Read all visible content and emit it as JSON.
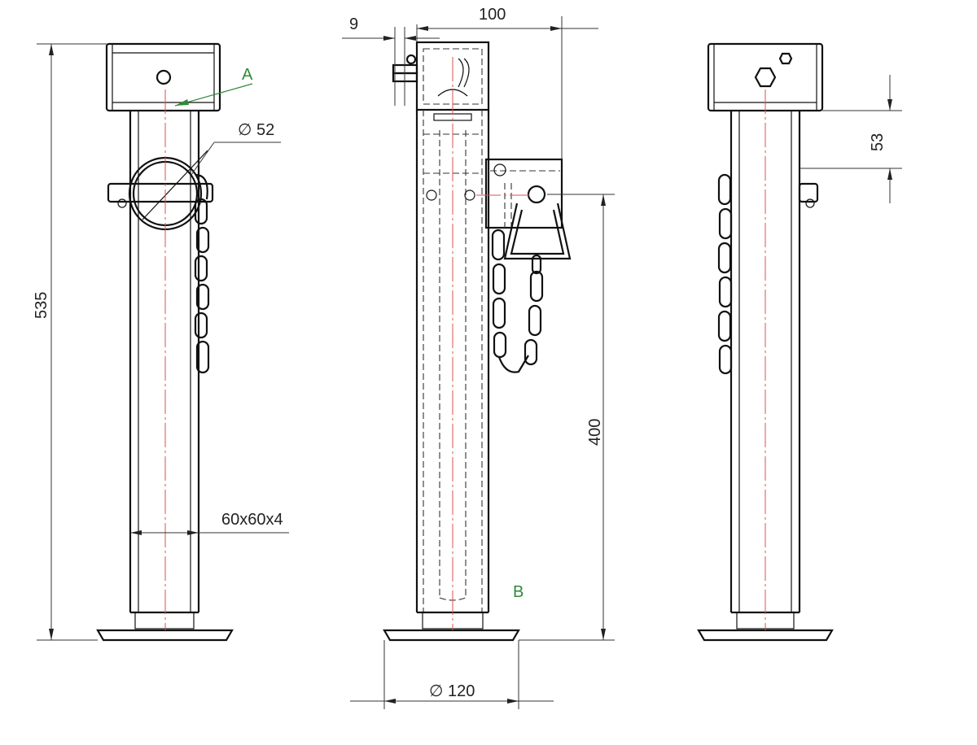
{
  "drawing": {
    "dimensions": {
      "overall_height": "535",
      "tube_section": "60x60x4",
      "pin_diameter": "∅ 52",
      "pin_offset": "9",
      "bracket_width": "100",
      "bracket_height": "400",
      "foot_diameter": "∅ 120",
      "box_offset": "53"
    },
    "labels": {
      "a": "A",
      "b": "B"
    },
    "colors": {
      "centerline": "#d9534f",
      "annotation": "#2f8a3a",
      "line": "#111111"
    }
  }
}
